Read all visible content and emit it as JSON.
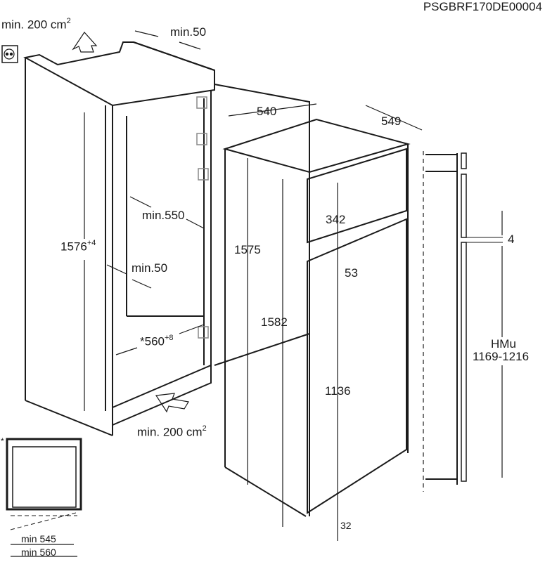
{
  "doc_code": "PSGBRF170DE00004",
  "labels": {
    "vent_top": "min. 200 cm",
    "vent_top_sup": "2",
    "top_gap": "min.50",
    "niche_height": "1576",
    "niche_height_sup": "+4",
    "niche_depth": "min.550",
    "side_gap": "min.50",
    "niche_width": "*560",
    "niche_width_sup": "+8",
    "vent_bottom": "min. 200 cm",
    "vent_bottom_sup": "2",
    "appliance_depth": "540",
    "appliance_width": "549",
    "appliance_height": "1575",
    "door_height_total": "1582",
    "freezer_door": "342",
    "door_gap_mid": "53",
    "fridge_door": "1136",
    "bottom_offset": "32",
    "door_gap": "4",
    "hmu_label": "HMu",
    "hmu_range": "1169-1216",
    "inset_star": "*",
    "inset_min545": "min 545",
    "inset_min560": "min 560"
  },
  "colors": {
    "line": "#1a1a1a",
    "background": "#ffffff",
    "hinge": "#888888"
  }
}
